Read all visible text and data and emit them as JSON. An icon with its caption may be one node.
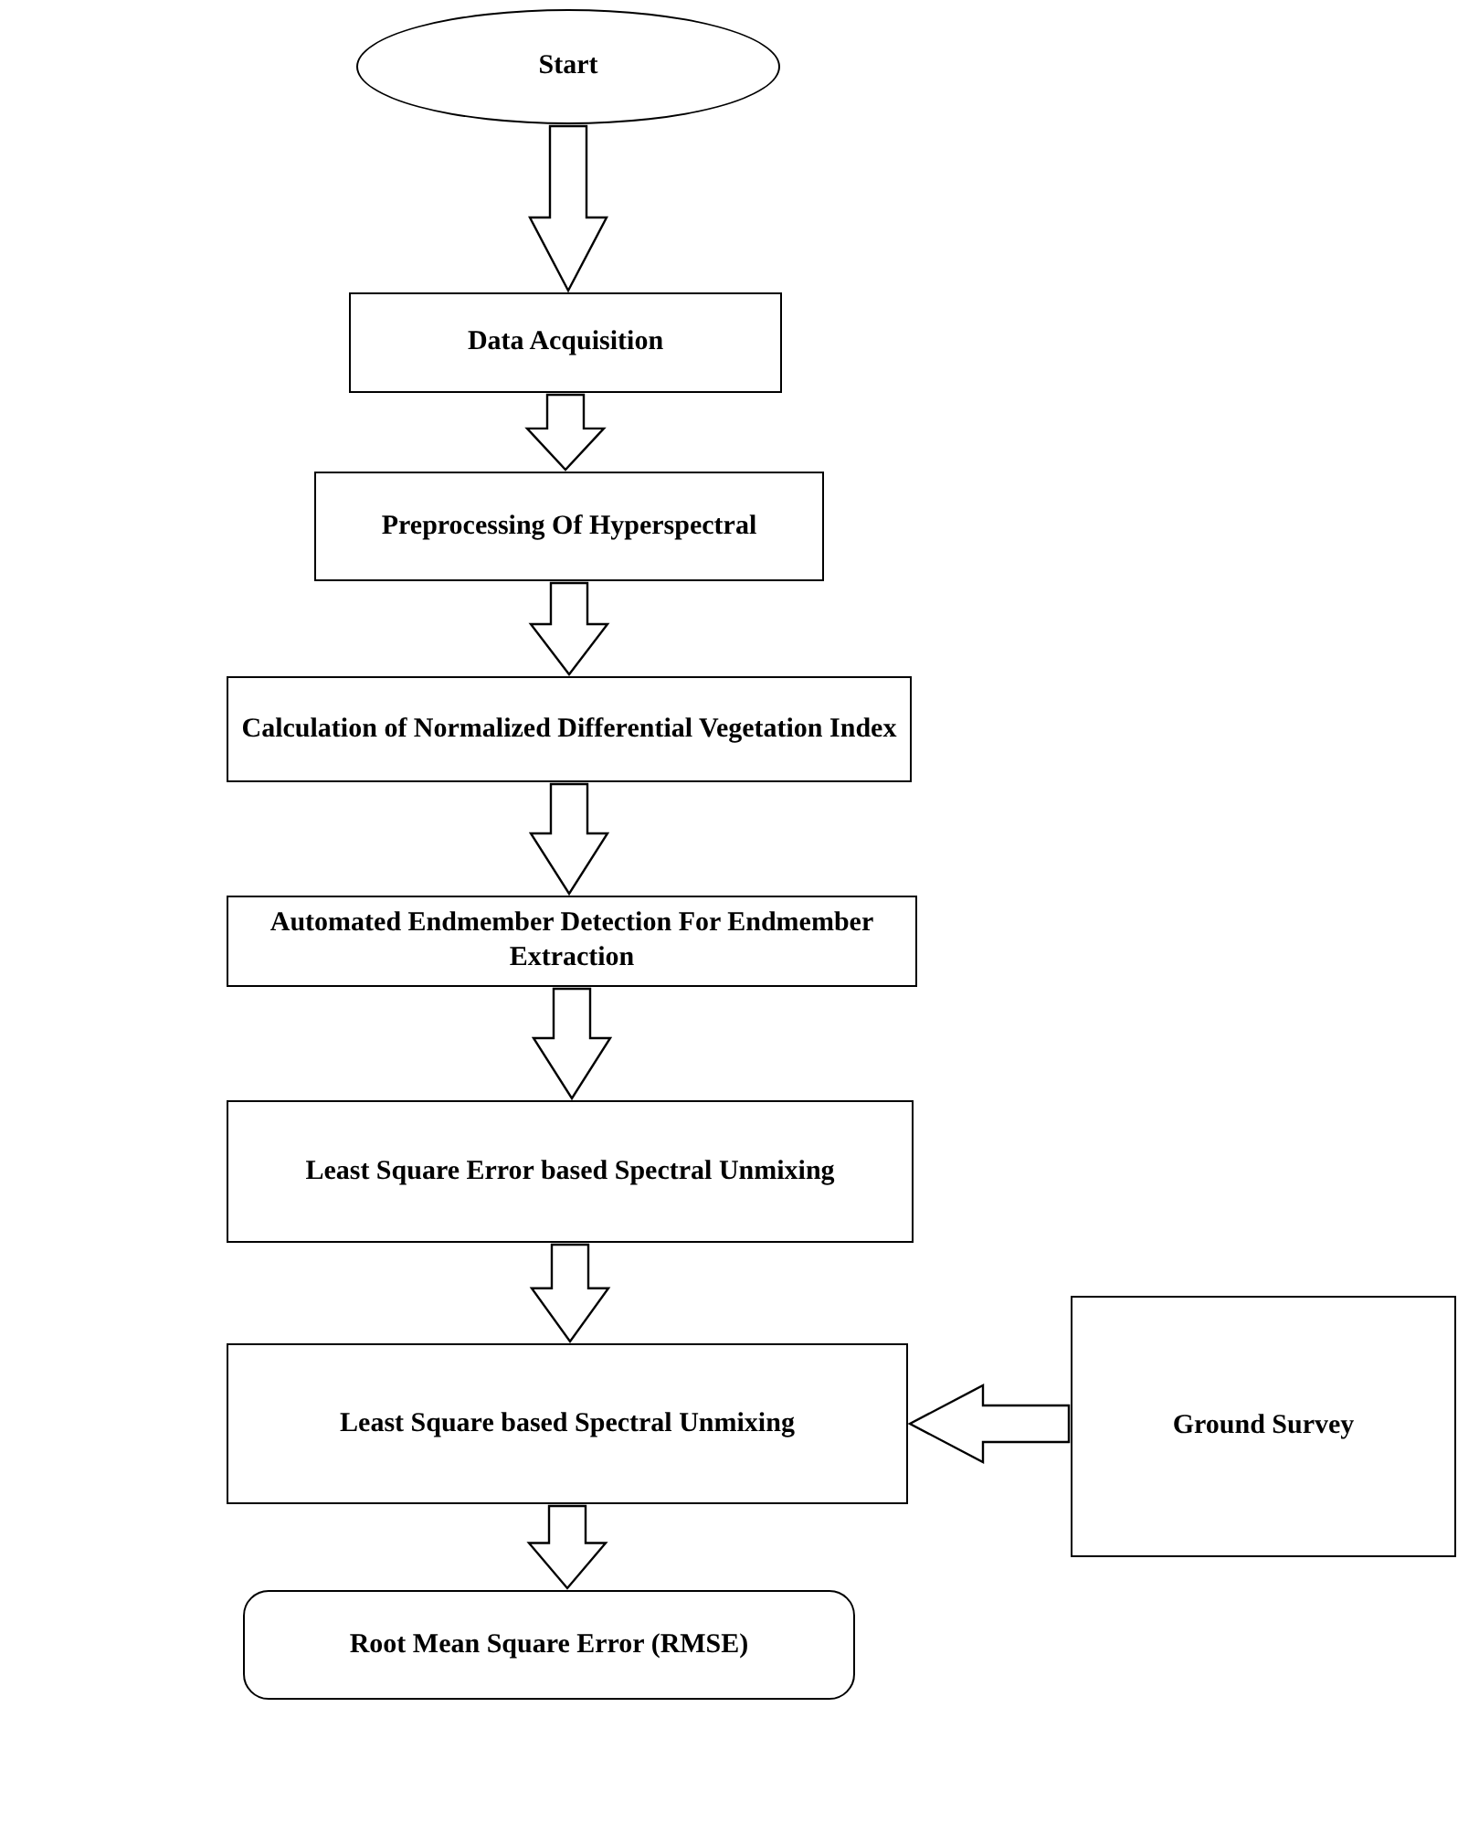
{
  "diagram": {
    "nodes": [
      {
        "text": [
          "Start"
        ]
      },
      {
        "text": [
          "Data Acquisition"
        ]
      },
      {
        "text": [
          "Preprocessing Of Hyperspectral"
        ]
      },
      {
        "text": [
          "Calculation of Normalized Differential Vegetation Index"
        ]
      },
      {
        "text": [
          "Automated Endmember Detection For Endmember Extraction"
        ]
      },
      {
        "text": [
          "Least Square Error based Spectral Unmixing"
        ]
      },
      {
        "text": [
          "Least Square based Spectral Unmixing"
        ]
      },
      {
        "text": [
          "Ground Survey"
        ]
      },
      {
        "text": [
          "Root Mean Square Error (RMSE)"
        ]
      }
    ],
    "edges": [
      {
        "from": 0,
        "to": 1,
        "arrow": "to"
      },
      {
        "from": 1,
        "to": 2,
        "arrow": "to"
      },
      {
        "from": 2,
        "to": 3,
        "arrow": "to"
      },
      {
        "from": 3,
        "to": 4,
        "arrow": "to"
      },
      {
        "from": 4,
        "to": 5,
        "arrow": "to"
      },
      {
        "from": 5,
        "to": 6,
        "arrow": "to"
      },
      {
        "from": 7,
        "to": 6,
        "arrow": "to"
      },
      {
        "from": 6,
        "to": 8,
        "arrow": "to"
      }
    ]
  }
}
